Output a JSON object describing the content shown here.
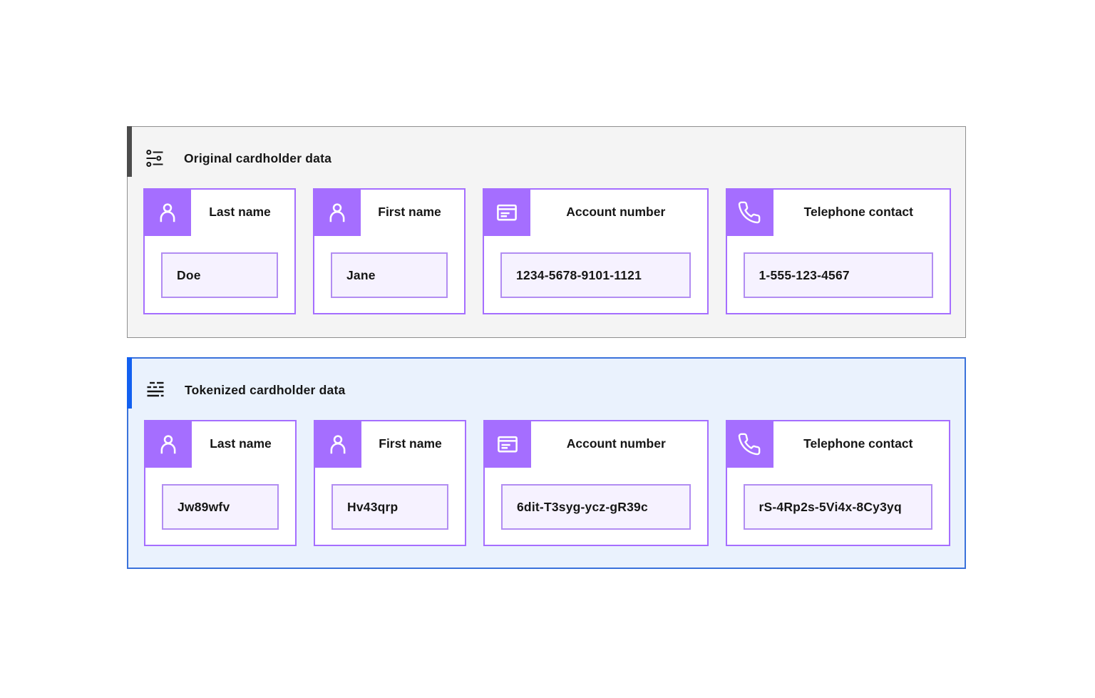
{
  "colors": {
    "field_icon_background": "#a56eff",
    "card_border": "#a56eff",
    "value_field_background": "#f6f2ff",
    "value_field_border": "#b28df2",
    "original_section_background": "#f4f4f4",
    "original_section_border": "#8f8f8f",
    "original_accent": "#4c4c4c",
    "tokenized_section_background": "#eaf2fd",
    "tokenized_section_border": "#3a72db",
    "tokenized_accent": "#1260f0",
    "text": "#161616"
  },
  "sections": [
    {
      "title": "Original cardholder data",
      "icon": "settings-adjust-icon",
      "fields": [
        {
          "icon": "user-icon",
          "label": "Last name",
          "value": "Doe"
        },
        {
          "icon": "user-icon",
          "label": "First name",
          "value": "Jane"
        },
        {
          "icon": "account-card-icon",
          "label": "Account number",
          "value": "1234-5678-9101-1121"
        },
        {
          "icon": "phone-icon",
          "label": "Telephone contact",
          "value": "1-555-123-4567"
        }
      ]
    },
    {
      "title": "Tokenized cardholder data",
      "icon": "token-lines-icon",
      "fields": [
        {
          "icon": "user-icon",
          "label": "Last name",
          "value": "Jw89wfv"
        },
        {
          "icon": "user-icon",
          "label": "First name",
          "value": "Hv43qrp"
        },
        {
          "icon": "account-card-icon",
          "label": "Account number",
          "value": "6dit-T3syg-ycz-gR39c"
        },
        {
          "icon": "phone-icon",
          "label": "Telephone contact",
          "value": "rS-4Rp2s-5Vi4x-8Cy3yq"
        }
      ]
    }
  ]
}
